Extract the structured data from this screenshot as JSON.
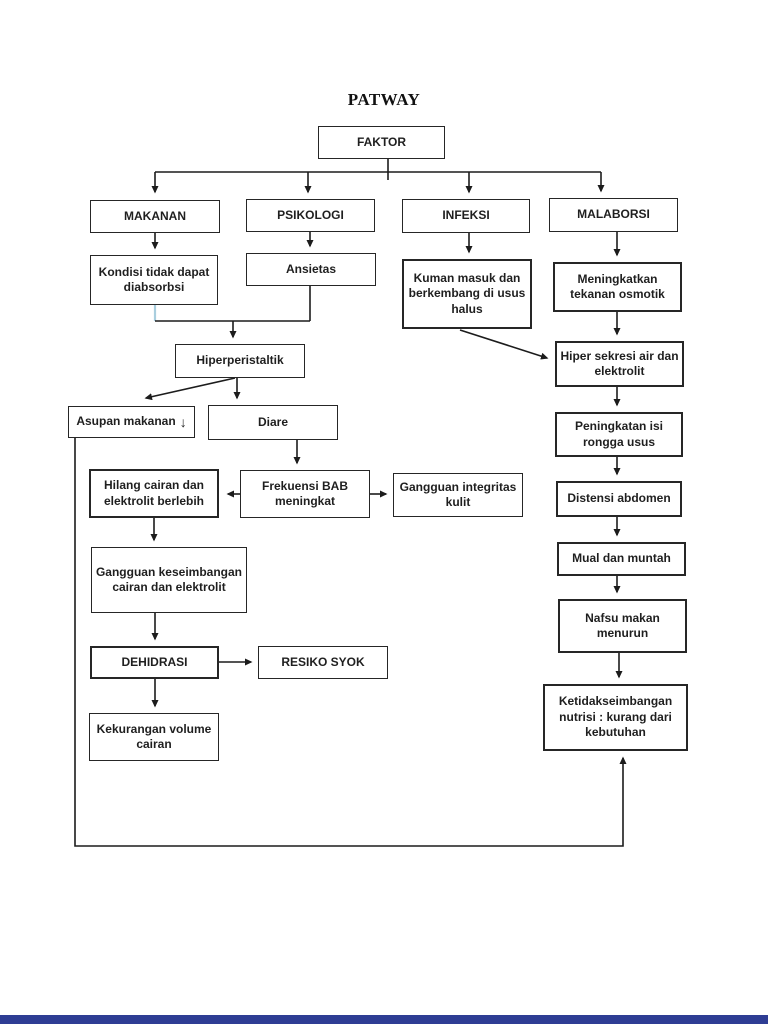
{
  "page": {
    "title": "PATWAY"
  },
  "nodes": {
    "faktor": {
      "label": "FAKTOR"
    },
    "makanan": {
      "label": "MAKANAN"
    },
    "psikologi": {
      "label": "PSIKOLOGI"
    },
    "infeksi": {
      "label": "INFEKSI"
    },
    "malaborsi": {
      "label": "MALABORSI"
    },
    "kondisi": {
      "label": "Kondisi tidak dapat diabsorbsi"
    },
    "ansietas": {
      "label": "Ansietas"
    },
    "kuman": {
      "label": "Kuman masuk dan berkembang di usus halus"
    },
    "meningkatkan": {
      "label": "Meningkatkan tekanan osmotik"
    },
    "hiperperistaltik": {
      "label": "Hiperperistaltik"
    },
    "asupan": {
      "label": "Asupan makanan"
    },
    "diare": {
      "label": "Diare"
    },
    "hilang": {
      "label": "Hilang cairan dan elektrolit berlebih"
    },
    "frekuensi": {
      "label": "Frekuensi BAB meningkat"
    },
    "integritas": {
      "label": "Gangguan integritas kulit"
    },
    "hipersekresi": {
      "label": "Hiper sekresi air dan elektrolit"
    },
    "peningkatan": {
      "label": "Peningkatan isi rongga usus"
    },
    "keseimbangan": {
      "label": "Gangguan keseimbangan cairan dan elektrolit"
    },
    "distensi": {
      "label": "Distensi abdomen"
    },
    "dehidrasi": {
      "label": "DEHIDRASI"
    },
    "resiko": {
      "label": "RESIKO SYOK"
    },
    "mual": {
      "label": "Mual dan muntah"
    },
    "kekurangan": {
      "label": "Kekurangan volume cairan"
    },
    "nafsu": {
      "label": "Nafsu makan menurun"
    },
    "ketidakseimbangan": {
      "label": "Ketidakseimbangan nutrisi : kurang dari kebutuhan"
    }
  },
  "icons": {
    "decrease_arrow": "↓"
  },
  "colors": {
    "background": "#ffffff",
    "text": "#1f1f1f",
    "box_border": "#262626",
    "line": "#1c1c1c",
    "highlight_segment": "#a9cede",
    "bottom_bar": "#2e3d94"
  }
}
